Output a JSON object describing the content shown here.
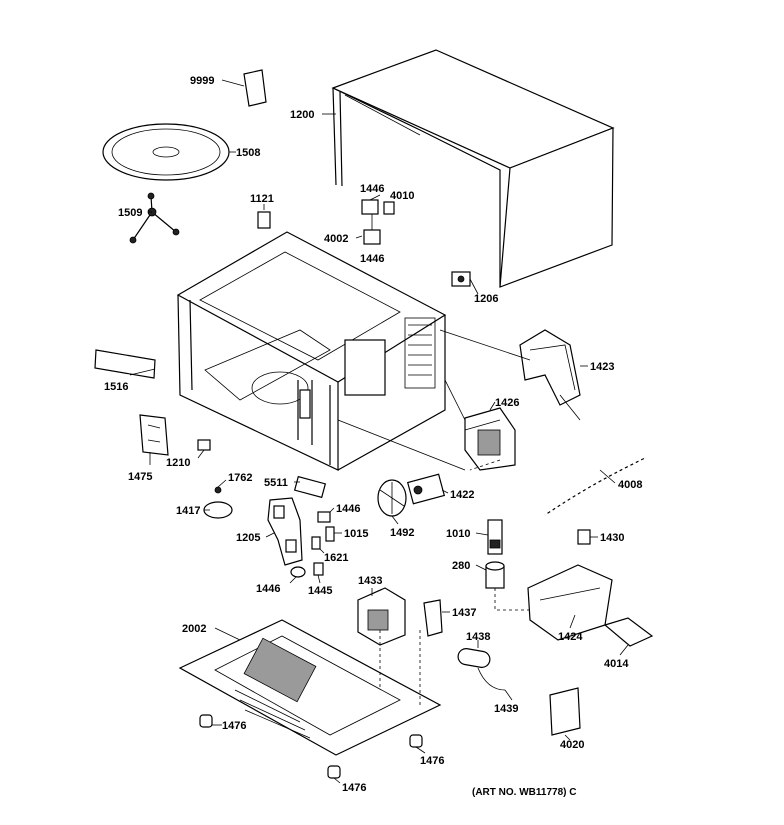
{
  "labels": {
    "p9999": "9999",
    "p1200": "1200",
    "p1508": "1508",
    "p1509": "1509",
    "p1121": "1121",
    "p1446a": "1446",
    "p4010": "4010",
    "p4002": "4002",
    "p1446b": "1446",
    "p1206": "1206",
    "p1423": "1423",
    "p1516": "1516",
    "p1426": "1426",
    "p1475": "1475",
    "p1210": "1210",
    "p1762": "1762",
    "p5511": "5511",
    "p1446c": "1446",
    "p1422": "1422",
    "p4008": "4008",
    "p1417": "1417",
    "p1015": "1015",
    "p1492": "1492",
    "p1010": "1010",
    "p1430": "1430",
    "p1205": "1205",
    "p1621": "1621",
    "p280": "280",
    "p1446d": "1446",
    "p1445": "1445",
    "p1433": "1433",
    "p1437": "1437",
    "p2002": "2002",
    "p1424": "1424",
    "p1438": "1438",
    "p4014": "4014",
    "p1439": "1439",
    "p1476a": "1476",
    "p4020": "4020",
    "p1476b": "1476",
    "p1476c": "1476"
  },
  "art_number": "(ART NO. WB11778) C"
}
